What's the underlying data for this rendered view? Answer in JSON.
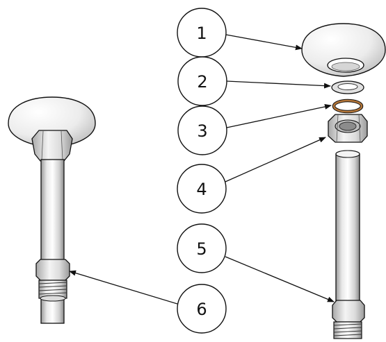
{
  "diagram": {
    "callouts": [
      {
        "number": "1",
        "part": "escutcheon-flange"
      },
      {
        "number": "2",
        "part": "washer"
      },
      {
        "number": "3",
        "part": "o-ring"
      },
      {
        "number": "4",
        "part": "compression-nut"
      },
      {
        "number": "5",
        "part": "shower-arm-pipe"
      },
      {
        "number": "6",
        "part": "threaded-end-fitting"
      }
    ],
    "colors": {
      "outline": "#111111",
      "metal_light": "#f2f2f2",
      "metal_mid": "#c9c9c9",
      "metal_dark": "#8f8f8f",
      "oring": "#b5773a"
    }
  }
}
